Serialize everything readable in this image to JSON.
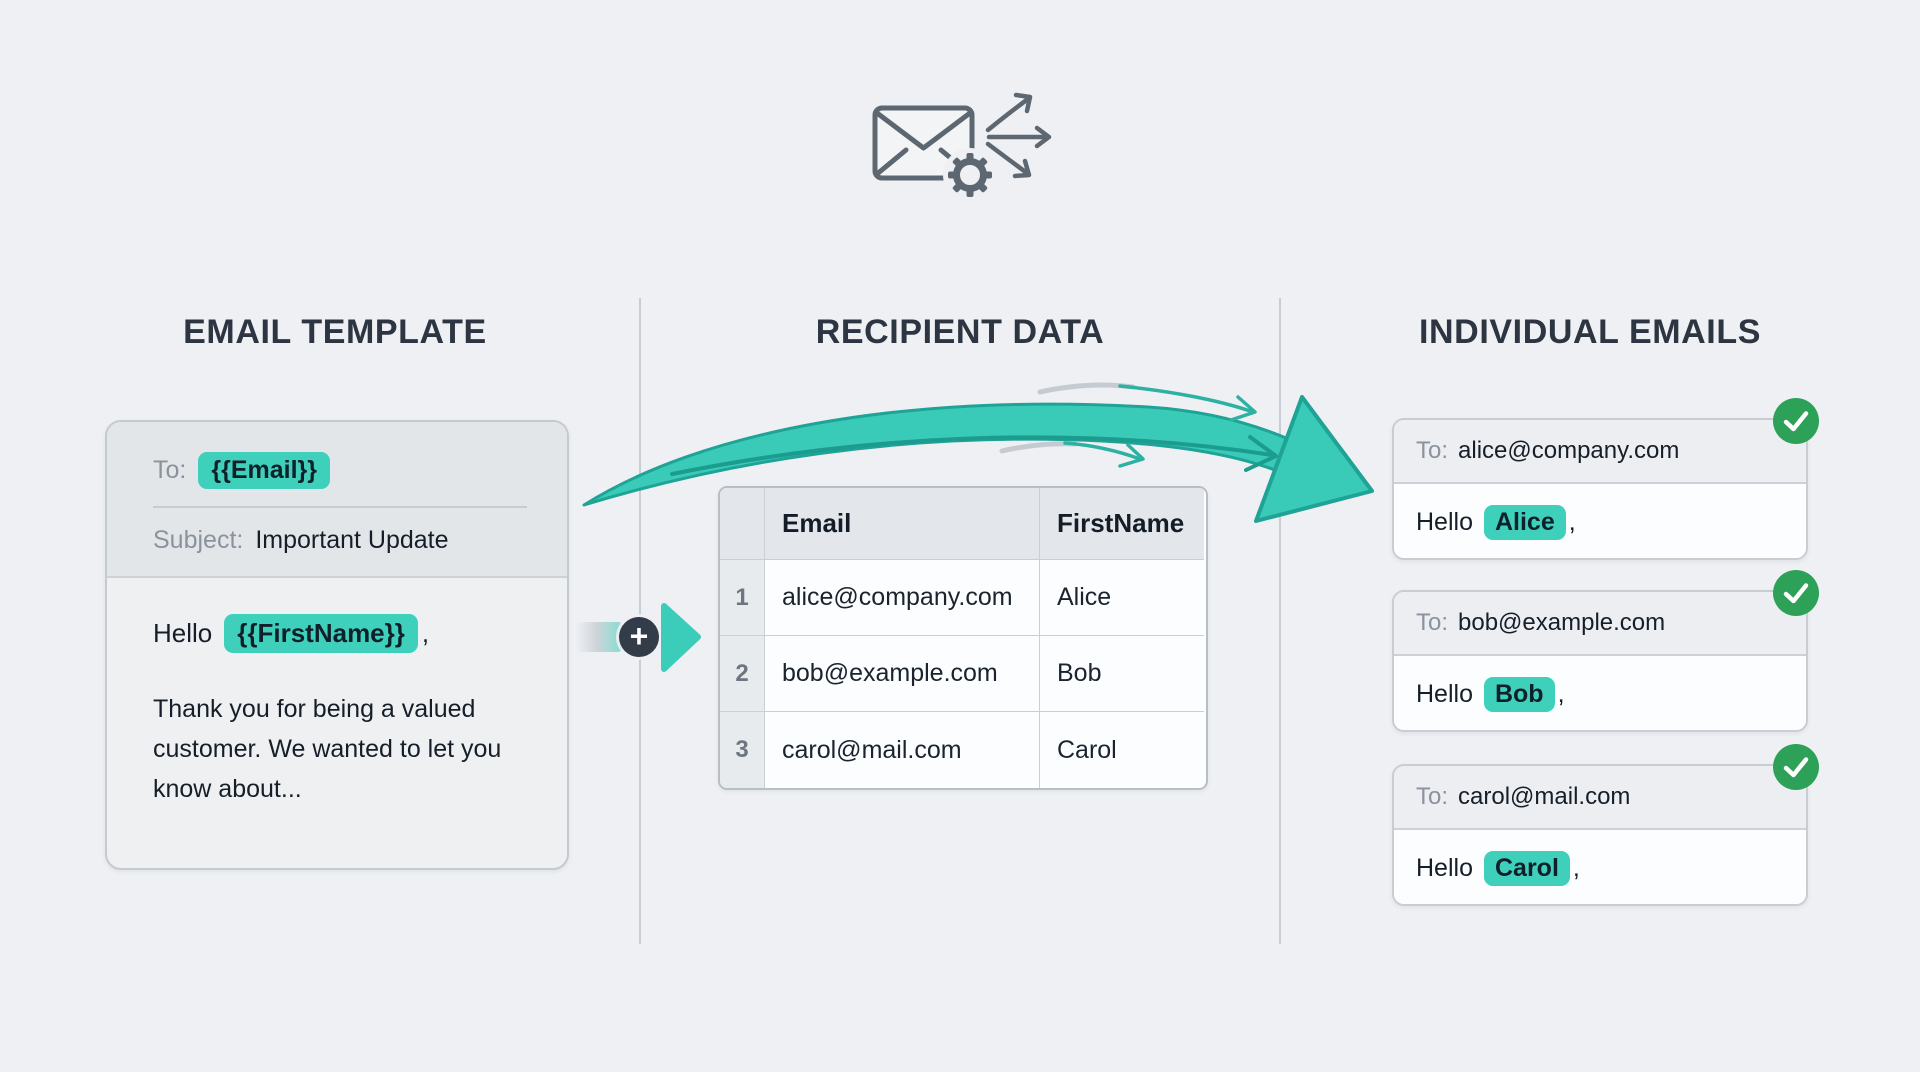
{
  "diagram_title": "mail-merge-flow",
  "colors": {
    "background": "#eef0f3",
    "accent_teal": "#3fd0bc",
    "arrow_teal": "#3acbb8",
    "arrow_edge": "#1fa396",
    "heading": "#2c3541",
    "success_green": "#2da157",
    "icon_gray": "#5d6771"
  },
  "header_icon": {
    "name": "envelope-gear-fanout"
  },
  "sections": {
    "template": {
      "heading": "EMAIL TEMPLATE",
      "card": {
        "to_label": "To:",
        "to_placeholder": "{{Email}}",
        "subject_label": "Subject:",
        "subject_value": "Important Update",
        "greeting_prefix": "Hello",
        "greeting_placeholder": "{{FirstName}}",
        "greeting_suffix": ",",
        "body_text": "Thank you for being a valued customer. We wanted to let you know about..."
      }
    },
    "recipients": {
      "heading": "RECIPIENT DATA",
      "table": {
        "columns": [
          "Email",
          "FirstName"
        ],
        "rows": [
          {
            "num": "1",
            "email": "alice@company.com",
            "first_name": "Alice"
          },
          {
            "num": "2",
            "email": "bob@example.com",
            "first_name": "Bob"
          },
          {
            "num": "3",
            "email": "carol@mail.com",
            "first_name": "Carol"
          }
        ]
      }
    },
    "individual": {
      "heading": "INDIVIDUAL EMAILS",
      "emails": [
        {
          "to_label": "To:",
          "to_value": "alice@company.com",
          "greeting_prefix": "Hello",
          "name": "Alice",
          "greeting_suffix": ","
        },
        {
          "to_label": "To:",
          "to_value": "bob@example.com",
          "greeting_prefix": "Hello",
          "name": "Bob",
          "greeting_suffix": ","
        },
        {
          "to_label": "To:",
          "to_value": "carol@mail.com",
          "greeting_prefix": "Hello",
          "name": "Carol",
          "greeting_suffix": ","
        }
      ]
    }
  },
  "connector": {
    "plus_label": "+"
  }
}
